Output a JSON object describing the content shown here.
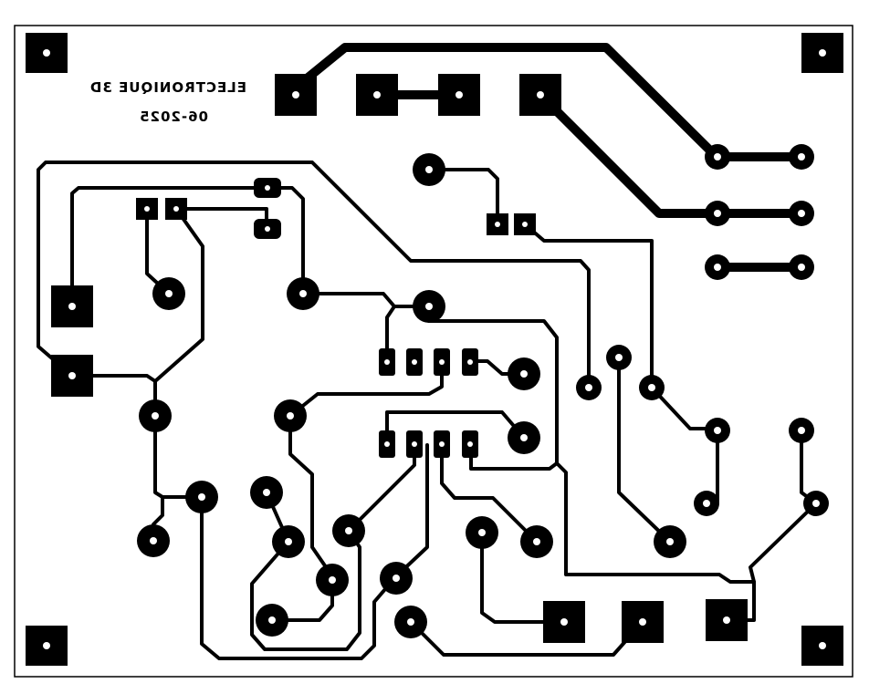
{
  "board": {
    "title_line1": "ELECTRONIQUE 3D",
    "title_line2": "06-2025",
    "mirrored": true
  },
  "colors": {
    "copper": "#000000",
    "background": "#ffffff",
    "border": "#000000",
    "drill": "#ffffff"
  },
  "labels": {
    "mounting_holes": "mounting-hole",
    "square_pads": "square-pad",
    "round_pads": "round-pad",
    "dip_pads": "dip-pad"
  }
}
